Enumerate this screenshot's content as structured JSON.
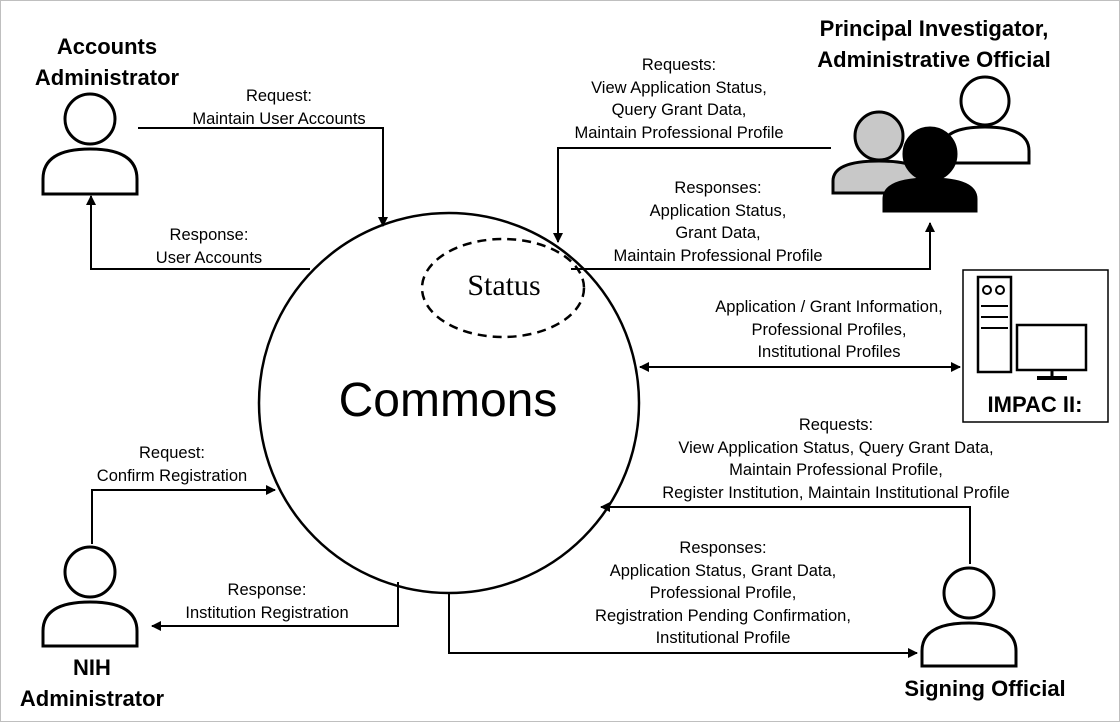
{
  "diagram": {
    "process": {
      "name": "Commons",
      "substate": "Status"
    },
    "actors": {
      "accounts_admin": [
        "Accounts",
        "Administrator"
      ],
      "pi": [
        "Principal Investigator,",
        "Administrative Official"
      ],
      "nih_admin": [
        "NIH",
        "Administrator"
      ],
      "signing_official": [
        "Signing Official"
      ]
    },
    "system": {
      "name": "IMPAC II:"
    },
    "flows": {
      "accounts_request": [
        "Request:",
        "Maintain User Accounts"
      ],
      "accounts_response": [
        "Response:",
        "User Accounts"
      ],
      "pi_requests": [
        "Requests:",
        "View Application Status,",
        "Query Grant Data,",
        "Maintain Professional Profile"
      ],
      "pi_responses": [
        "Responses:",
        "Application Status,",
        "Grant Data,",
        "Maintain Professional Profile"
      ],
      "impac_exchange": [
        "Application / Grant Information,",
        "Professional Profiles,",
        "Institutional Profiles"
      ],
      "so_requests": [
        "Requests:",
        "View Application Status, Query Grant Data,",
        "Maintain Professional Profile,",
        "Register Institution, Maintain Institutional Profile"
      ],
      "so_responses": [
        "Responses:",
        "Application Status, Grant Data,",
        "Professional Profile,",
        "Registration Pending Confirmation,",
        "Institutional Profile"
      ],
      "nih_request": [
        "Request:",
        "Confirm Registration"
      ],
      "nih_response": [
        "Response:",
        "Institution Registration"
      ]
    }
  }
}
